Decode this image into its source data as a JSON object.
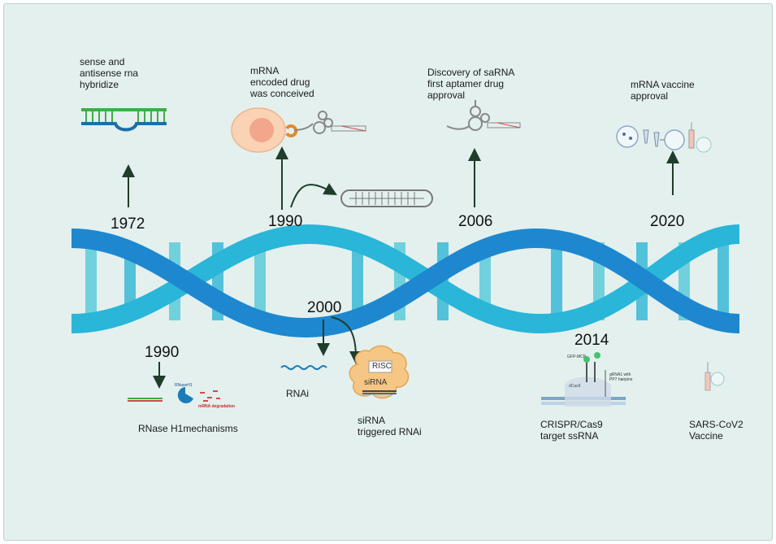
{
  "timeline_top": [
    {
      "year": "1972",
      "text": "sense and\nantisense rna\nhybridize"
    },
    {
      "year": "1990",
      "text": "mRNA\nencoded drug\nwas conceived"
    },
    {
      "year": "2006",
      "text": "Discovery of saRNA\nfirst aptamer drug\napproval"
    },
    {
      "year": "2020",
      "text": "mRNA vaccine\napproval"
    }
  ],
  "timeline_bottom": [
    {
      "year": "1990",
      "text": "RNase H1mechanisms"
    },
    {
      "year": "2000",
      "text": "RNAi",
      "text2": "siRNA\ntriggered RNAi"
    },
    {
      "year": "2014",
      "text": "CRISPR/Cas9\ntarget ssRNA"
    },
    {
      "year": "",
      "text": "SARS-CoV2\nVaccine"
    }
  ],
  "figure_labels": {
    "rnase": "RNaseH1",
    "mrna_degradation": "mRNA degradation",
    "risc": "RISC",
    "sirna": "siRNA",
    "gfp_mcp": "GFP-MCP",
    "dcas9": "dCas9",
    "grna": "gRNA1 with\nPP7 hairpins"
  },
  "colors": {
    "background": "#e3f0ee",
    "helix_dark": "#1d88cf",
    "helix_light": "#29b6d8",
    "rung": "#45c3d5",
    "arrow": "#1f3d2a"
  }
}
